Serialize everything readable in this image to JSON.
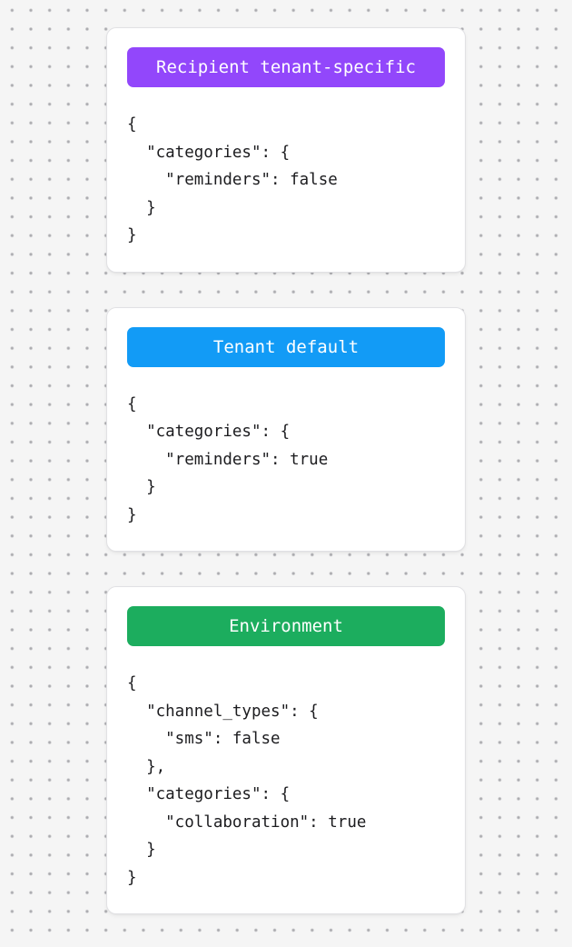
{
  "page": {
    "background_color": "#f5f5f5",
    "dot_color": "#b9b9bd"
  },
  "cards": [
    {
      "badge": {
        "label": "Recipient tenant-specific",
        "color": "#9247fb"
      },
      "code": "{\n  \"categories\": {\n    \"reminders\": false\n  }\n}"
    },
    {
      "badge": {
        "label": "Tenant default",
        "color": "#129bf6"
      },
      "code": "{\n  \"categories\": {\n    \"reminders\": true\n  }\n}"
    },
    {
      "badge": {
        "label": "Environment",
        "color": "#1cad5e"
      },
      "code": "{\n  \"channel_types\": {\n    \"sms\": false\n  },\n  \"categories\": {\n    \"collaboration\": true\n  }\n}"
    }
  ]
}
